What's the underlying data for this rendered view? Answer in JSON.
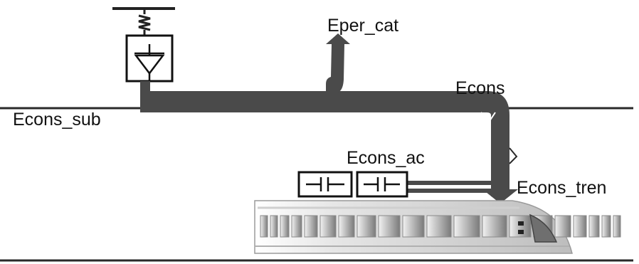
{
  "labels": {
    "eper_cat": "Eper_cat",
    "econs": "Econs",
    "econs_sub": "Econs_sub",
    "econs_ac": "Econs_ac",
    "econs_tren": "Econs_tren"
  },
  "colors": {
    "flow": "#4a4a4a",
    "line": "#2a2a2a",
    "background": "#ffffff"
  },
  "icons": [
    "substation-rectifier-icon",
    "capacitor-icon",
    "train-icon"
  ]
}
